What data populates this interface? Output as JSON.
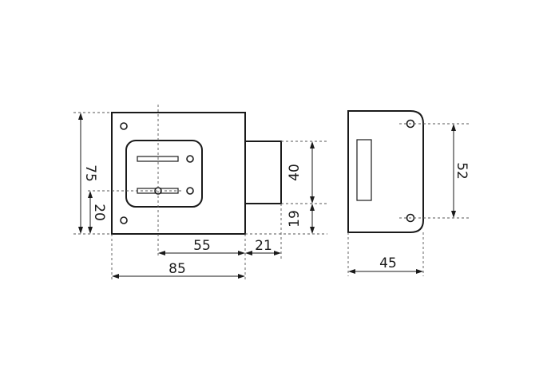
{
  "dimensions": {
    "lock_height": "75",
    "key_offset": "20",
    "key_to_edge": "55",
    "body_width": "85",
    "bolt_projection": "21",
    "bolt_height": "40",
    "bolt_bottom_offset": "19",
    "hole_spacing": "52",
    "keeper_width": "45"
  }
}
